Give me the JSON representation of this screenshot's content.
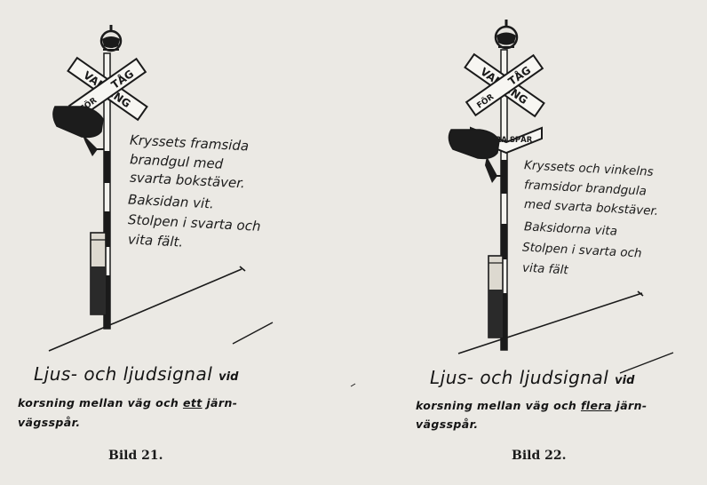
{
  "left": {
    "sign_top_label": "VARNING",
    "sign_right_label": "TÅG",
    "sign_lower_label": "FÖR",
    "notes": [
      "Kryssets framsida",
      "brandgul med",
      "svarta bokstäver.",
      "Baksidan vit.",
      "Stolpen i svarta och",
      "vita fält."
    ],
    "caption_main": "Ljus- och ljudsignal",
    "caption_small": "vid",
    "caption_line2_pre": "korsning mellan väg och",
    "caption_line2_em": "ett",
    "caption_line2_post": "järn-",
    "caption_line3": "vägsspår.",
    "figure": "Bild 21."
  },
  "right": {
    "sign_top_label": "VARNING",
    "sign_right_label": "TÅG",
    "sign_lower_label": "FÖR",
    "plate_label": "FLERA SPÅR",
    "notes": [
      "Kryssets och vinkelns",
      "framsidor brandgula",
      "med svarta bokstäver.",
      "Baksidorna vita",
      "Stolpen i svarta och",
      "vita fält"
    ],
    "caption_main": "Ljus- och ljudsignal",
    "caption_small": "vid",
    "caption_line2_pre": "korsning mellan väg och",
    "caption_line2_em": "flera",
    "caption_line2_post": "järn-",
    "caption_line3": "vägsspår.",
    "figure": "Bild 22."
  }
}
